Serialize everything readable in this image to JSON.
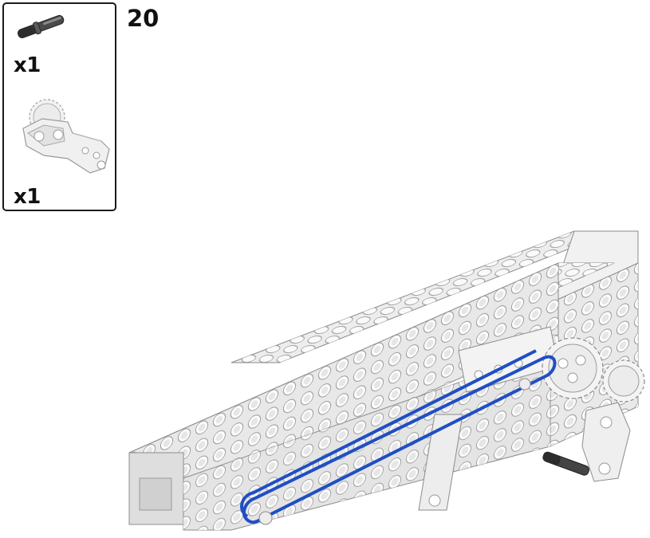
{
  "step": {
    "number": "20"
  },
  "parts_callout": {
    "items": [
      {
        "part": "axle-pin-icon",
        "quantity": "x1"
      },
      {
        "part": "gear-bracket-icon",
        "quantity": "x1"
      }
    ]
  },
  "colors": {
    "border": "#1a1a1a",
    "brick_light": "#f4f4f4",
    "brick_shade": "#d4d4d4",
    "brick_outline": "#8c8c8c",
    "belt_blue": "#1f4fc4",
    "pin_dark": "#3a3a3a"
  }
}
